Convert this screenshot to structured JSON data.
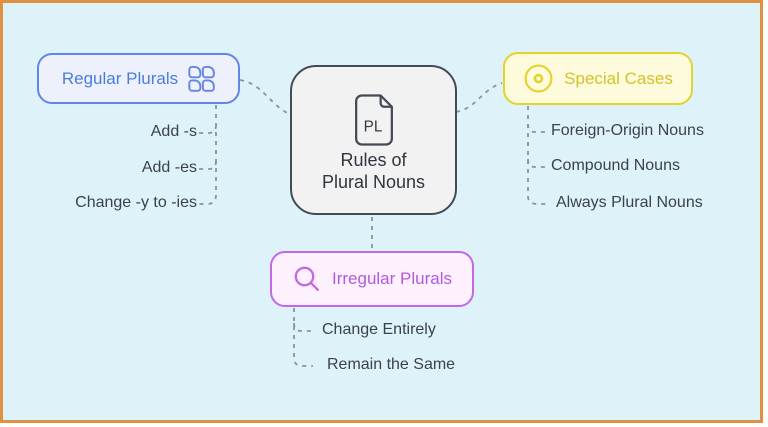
{
  "diagram": {
    "center_node": {
      "icon_text": "PL",
      "title_line1": "Rules of",
      "title_line2": "Plural Nouns"
    },
    "branches": {
      "regular": {
        "label": "Regular Plurals",
        "icon": "grid-icon",
        "items": [
          "Add -s",
          "Add -es",
          "Change -y to -ies"
        ]
      },
      "special": {
        "label": "Special Cases",
        "icon": "target-icon",
        "items": [
          "Foreign-Origin Nouns",
          "Compound Nouns",
          "Always Plural Nouns"
        ]
      },
      "irregular": {
        "label": "Irregular Plurals",
        "icon": "search-icon",
        "items": [
          "Change Entirely",
          "Remain the Same"
        ]
      }
    },
    "colors": {
      "background": "#def2f9",
      "frame_border": "#e0913f",
      "regular_accent": "#6286e2",
      "regular_fill": "#eef1fc",
      "regular_text": "#4a7ce0",
      "special_accent": "#e2d32f",
      "special_fill": "#fdfbdc",
      "special_text": "#d2c32a",
      "irregular_accent": "#c368e4",
      "irregular_fill": "#fdf1fe",
      "irregular_text": "#b459dc",
      "center_border": "#444b55",
      "center_fill": "#f2f2f2",
      "center_text": "#303640",
      "item_text": "#3c4249",
      "connector": "#8b9299"
    }
  }
}
